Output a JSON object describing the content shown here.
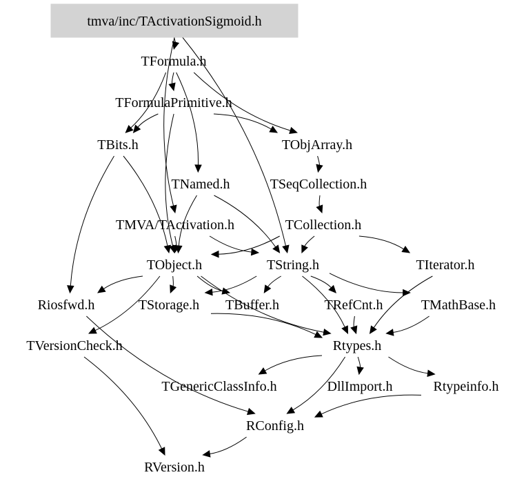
{
  "diagram": {
    "background": "#ffffff",
    "root_fill": "#d3d3d3",
    "nodes": [
      {
        "id": "tactivationsigmoid",
        "label": "tmva/inc/TActivationSigmoid.h",
        "root": true
      },
      {
        "id": "tformula",
        "label": "TFormula.h"
      },
      {
        "id": "tformulaprimitive",
        "label": "TFormulaPrimitive.h"
      },
      {
        "id": "tbits",
        "label": "TBits.h"
      },
      {
        "id": "tobjarray",
        "label": "TObjArray.h"
      },
      {
        "id": "tnamed",
        "label": "TNamed.h"
      },
      {
        "id": "tseqcollection",
        "label": "TSeqCollection.h"
      },
      {
        "id": "tmvatactivation",
        "label": "TMVA/TActivation.h"
      },
      {
        "id": "tcollection",
        "label": "TCollection.h"
      },
      {
        "id": "tobject",
        "label": "TObject.h"
      },
      {
        "id": "tstring",
        "label": "TString.h"
      },
      {
        "id": "titerator",
        "label": "TIterator.h"
      },
      {
        "id": "riosfwd",
        "label": "Riosfwd.h"
      },
      {
        "id": "tstorage",
        "label": "TStorage.h"
      },
      {
        "id": "tbuffer",
        "label": "TBuffer.h"
      },
      {
        "id": "trefcnt",
        "label": "TRefCnt.h"
      },
      {
        "id": "tmathbase",
        "label": "TMathBase.h"
      },
      {
        "id": "tversioncheck",
        "label": "TVersionCheck.h"
      },
      {
        "id": "rtypes",
        "label": "Rtypes.h"
      },
      {
        "id": "tgenericclassinfo",
        "label": "TGenericClassInfo.h"
      },
      {
        "id": "dllimport",
        "label": "DllImport.h"
      },
      {
        "id": "rtypeinfo",
        "label": "Rtypeinfo.h"
      },
      {
        "id": "rconfig",
        "label": "RConfig.h"
      },
      {
        "id": "rversion",
        "label": "RVersion.h"
      }
    ],
    "edges": [
      [
        "tactivationsigmoid",
        "tformula"
      ],
      [
        "tactivationsigmoid",
        "tmvatactivation"
      ],
      [
        "tactivationsigmoid",
        "tstring"
      ],
      [
        "tformula",
        "tformulaprimitive"
      ],
      [
        "tformula",
        "tbits"
      ],
      [
        "tformula",
        "tobjarray"
      ],
      [
        "tformula",
        "tnamed"
      ],
      [
        "tformulaprimitive",
        "tbits"
      ],
      [
        "tformulaprimitive",
        "tobjarray"
      ],
      [
        "tformulaprimitive",
        "tobject"
      ],
      [
        "tbits",
        "tobject"
      ],
      [
        "tbits",
        "riosfwd"
      ],
      [
        "tobjarray",
        "tseqcollection"
      ],
      [
        "tnamed",
        "tobject"
      ],
      [
        "tnamed",
        "tstring"
      ],
      [
        "tseqcollection",
        "tcollection"
      ],
      [
        "tmvatactivation",
        "tobject"
      ],
      [
        "tmvatactivation",
        "tstring"
      ],
      [
        "tcollection",
        "tobject"
      ],
      [
        "tcollection",
        "tstring"
      ],
      [
        "tcollection",
        "titerator"
      ],
      [
        "tobject",
        "riosfwd"
      ],
      [
        "tobject",
        "tstorage"
      ],
      [
        "tobject",
        "tbuffer"
      ],
      [
        "tobject",
        "tversioncheck"
      ],
      [
        "tobject",
        "rtypes"
      ],
      [
        "tstring",
        "tstorage"
      ],
      [
        "tstring",
        "tbuffer"
      ],
      [
        "tstring",
        "trefcnt"
      ],
      [
        "tstring",
        "tmathbase"
      ],
      [
        "tstring",
        "rtypes"
      ],
      [
        "titerator",
        "rtypes"
      ],
      [
        "tstorage",
        "rtypes"
      ],
      [
        "trefcnt",
        "rtypes"
      ],
      [
        "tmathbase",
        "rtypes"
      ],
      [
        "riosfwd",
        "rconfig"
      ],
      [
        "tversioncheck",
        "rversion"
      ],
      [
        "rtypes",
        "tgenericclassinfo"
      ],
      [
        "rtypes",
        "dllimport"
      ],
      [
        "rtypes",
        "rtypeinfo"
      ],
      [
        "rtypes",
        "rconfig"
      ],
      [
        "rtypeinfo",
        "rconfig"
      ],
      [
        "rconfig",
        "rversion"
      ]
    ]
  }
}
